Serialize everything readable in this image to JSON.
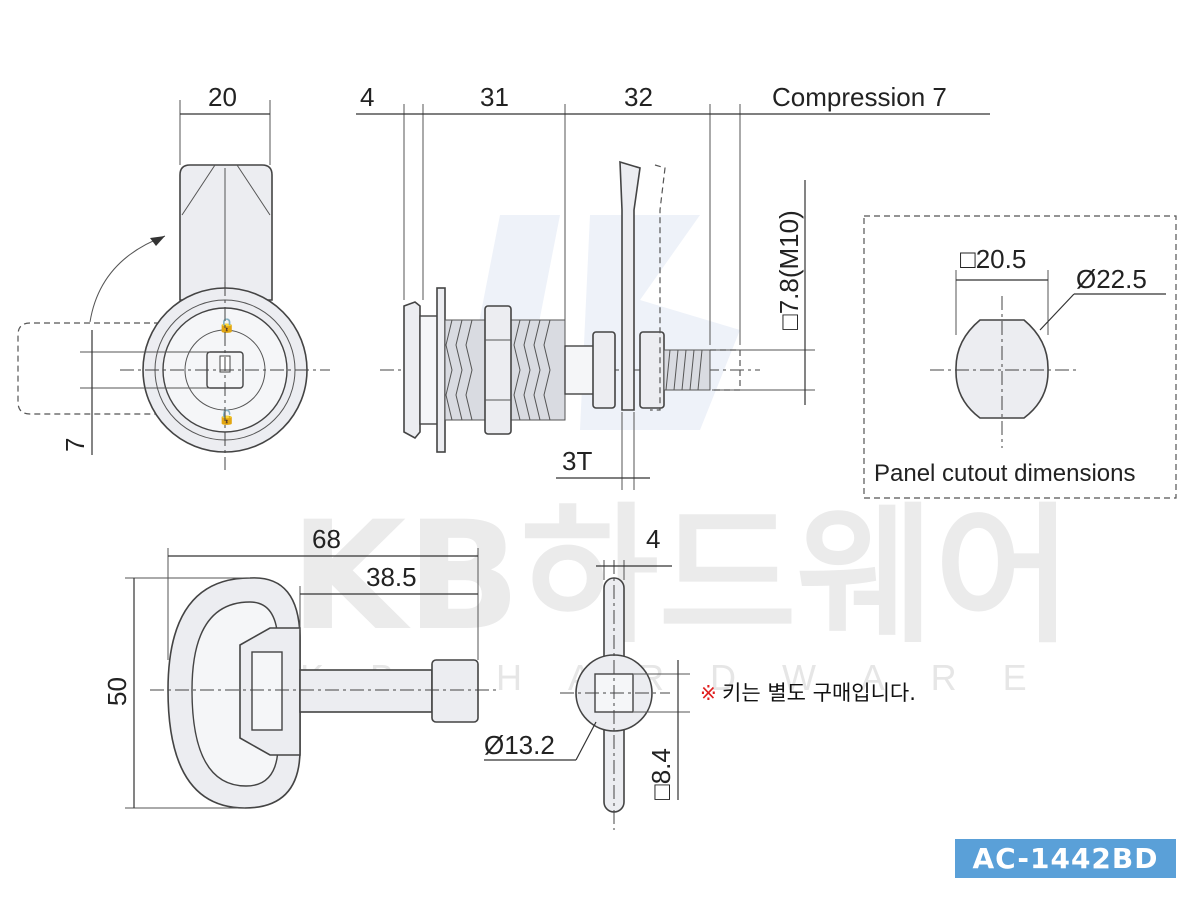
{
  "dimensions": {
    "front_width": "20",
    "side_4": "4",
    "side_31": "31",
    "side_32": "32",
    "compression": "Compression 7",
    "square_thread": "□7.8(M10)",
    "cam_7": "7",
    "cam_thickness": "3T",
    "cutout_square": "□20.5",
    "cutout_diameter": "Ø22.5",
    "key_length": "68",
    "key_shaft": "38.5",
    "key_height": "50",
    "key_tip_width": "4",
    "key_diameter": "Ø13.2",
    "key_square": "□8.4"
  },
  "cutout_caption": "Panel cutout dimensions",
  "note": {
    "mark": "※",
    "text": "키는 별도 구매입니다."
  },
  "watermark": {
    "brand": "KB하드웨어",
    "sub": "KB HARDWARE"
  },
  "model_code": "AC-1442BD",
  "colors": {
    "badge": "#5aa0d8",
    "note_mark": "#e02020",
    "part_fill": "#ecedf1"
  }
}
